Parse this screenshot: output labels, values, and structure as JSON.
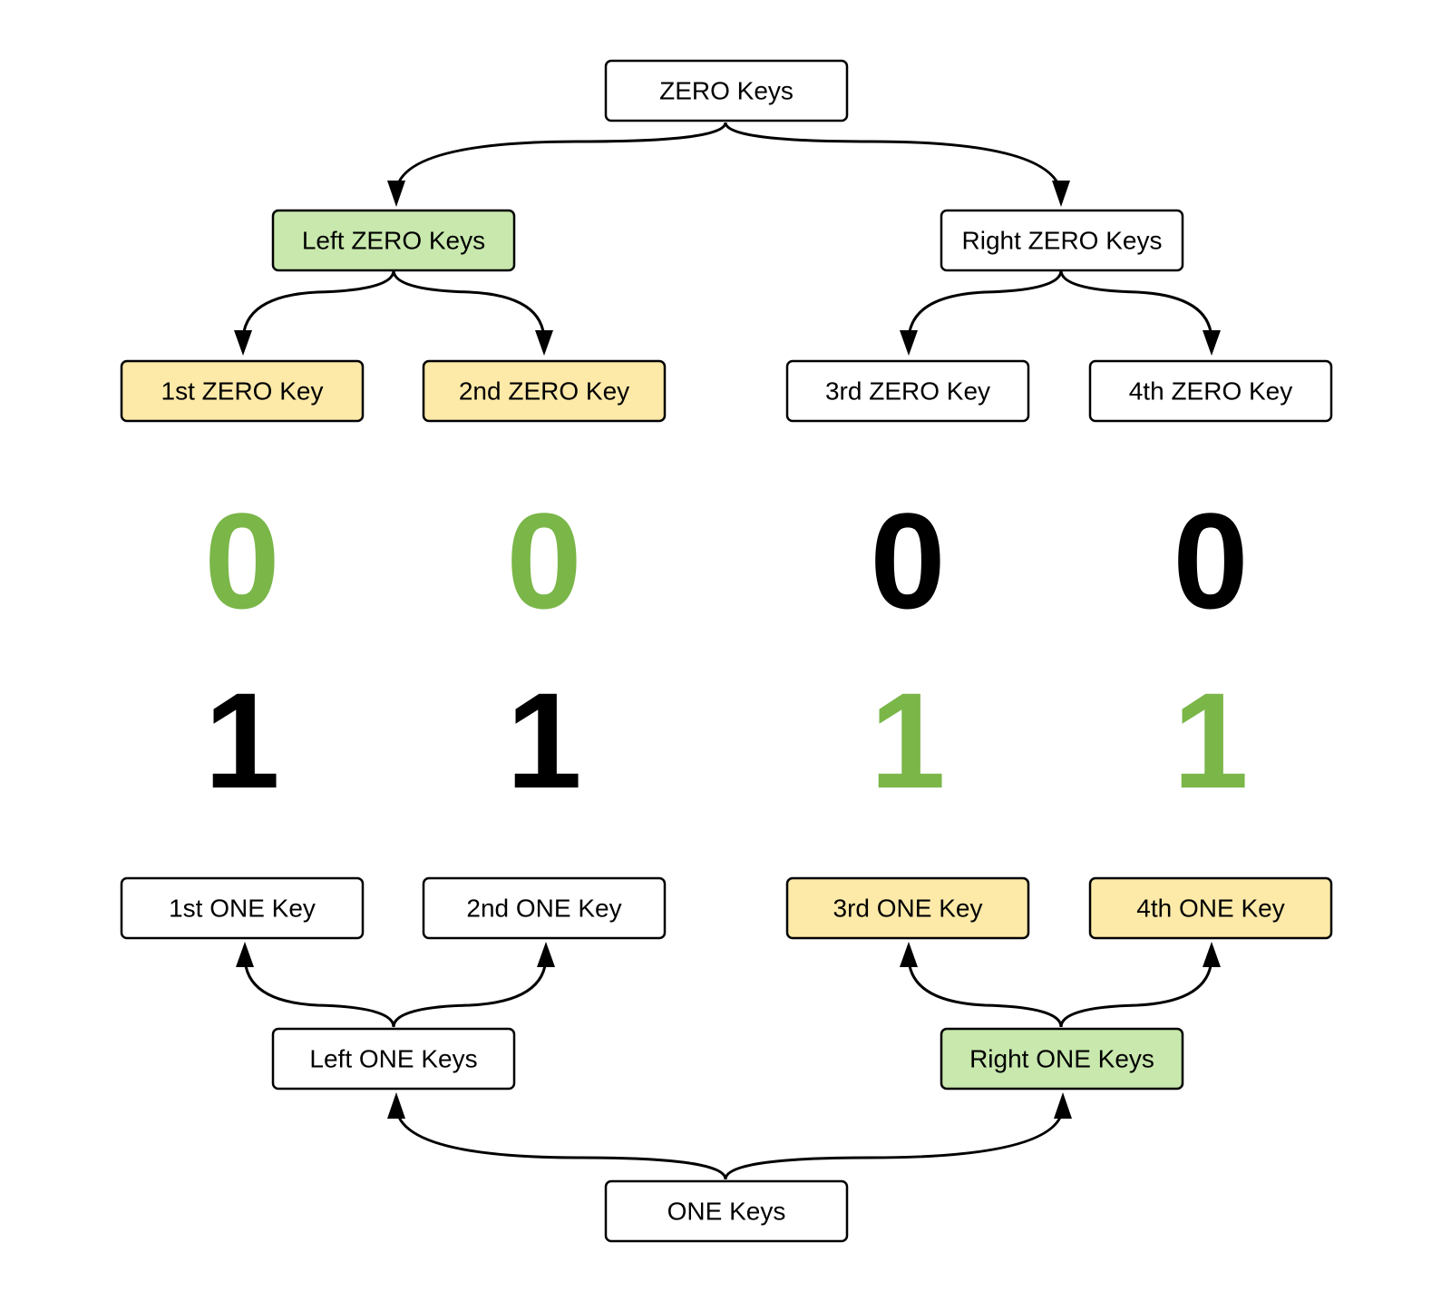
{
  "colors": {
    "green_fill": "#c8e8ad",
    "yellow_fill": "#fdeaa8",
    "white_fill": "#ffffff",
    "green_digit": "#7ab648",
    "black_digit": "#000000"
  },
  "nodes": {
    "zero_keys": {
      "label": "ZERO Keys",
      "fill": "white"
    },
    "left_zero_keys": {
      "label": "Left ZERO Keys",
      "fill": "green"
    },
    "right_zero_keys": {
      "label": "Right ZERO Keys",
      "fill": "white"
    },
    "zero_key_1": {
      "label": "1st ZERO Key",
      "fill": "yellow"
    },
    "zero_key_2": {
      "label": "2nd ZERO Key",
      "fill": "yellow"
    },
    "zero_key_3": {
      "label": "3rd ZERO Key",
      "fill": "white"
    },
    "zero_key_4": {
      "label": "4th ZERO Key",
      "fill": "white"
    },
    "one_key_1": {
      "label": "1st ONE Key",
      "fill": "white"
    },
    "one_key_2": {
      "label": "2nd ONE Key",
      "fill": "white"
    },
    "one_key_3": {
      "label": "3rd ONE Key",
      "fill": "yellow"
    },
    "one_key_4": {
      "label": "4th ONE Key",
      "fill": "yellow"
    },
    "left_one_keys": {
      "label": "Left ONE Keys",
      "fill": "white"
    },
    "right_one_keys": {
      "label": "Right ONE Keys",
      "fill": "green"
    },
    "one_keys": {
      "label": "ONE Keys",
      "fill": "white"
    }
  },
  "digits": {
    "zero_row": [
      {
        "text": "0",
        "color": "green"
      },
      {
        "text": "0",
        "color": "green"
      },
      {
        "text": "0",
        "color": "black"
      },
      {
        "text": "0",
        "color": "black"
      }
    ],
    "one_row": [
      {
        "text": "1",
        "color": "black"
      },
      {
        "text": "1",
        "color": "black"
      },
      {
        "text": "1",
        "color": "green"
      },
      {
        "text": "1",
        "color": "green"
      }
    ]
  },
  "edges": [
    {
      "from": "zero_keys",
      "to": "left_zero_keys"
    },
    {
      "from": "zero_keys",
      "to": "right_zero_keys"
    },
    {
      "from": "left_zero_keys",
      "to": "zero_key_1"
    },
    {
      "from": "left_zero_keys",
      "to": "zero_key_2"
    },
    {
      "from": "right_zero_keys",
      "to": "zero_key_3"
    },
    {
      "from": "right_zero_keys",
      "to": "zero_key_4"
    },
    {
      "from": "left_one_keys",
      "to": "one_key_1"
    },
    {
      "from": "left_one_keys",
      "to": "one_key_2"
    },
    {
      "from": "right_one_keys",
      "to": "one_key_3"
    },
    {
      "from": "right_one_keys",
      "to": "one_key_4"
    },
    {
      "from": "one_keys",
      "to": "left_one_keys"
    },
    {
      "from": "one_keys",
      "to": "right_one_keys"
    }
  ]
}
